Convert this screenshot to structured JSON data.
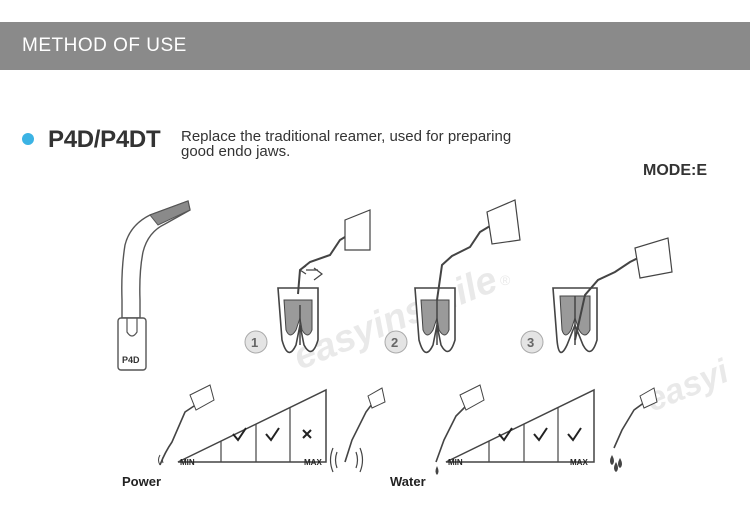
{
  "header": {
    "title": "METHOD OF USE"
  },
  "product": {
    "model": "P4D/P4DT",
    "description_line1": "Replace the traditional reamer, used for preparing",
    "description_line2": "good endo jaws.",
    "mode": "MODE:E",
    "tip_label": "P4D"
  },
  "steps": [
    {
      "number": "1"
    },
    {
      "number": "2"
    },
    {
      "number": "3"
    }
  ],
  "watermark": {
    "text": "easyinsmile",
    "mark": "®",
    "text_right": "easyi"
  },
  "power_scale": {
    "label": "Power",
    "min_label": "MIN",
    "max_label": "MAX",
    "marks": [
      "check",
      "check",
      "cross"
    ]
  },
  "water_scale": {
    "label": "Water",
    "min_label": "MIN",
    "max_label": "MAX",
    "marks": [
      "check",
      "check",
      "check"
    ]
  }
}
